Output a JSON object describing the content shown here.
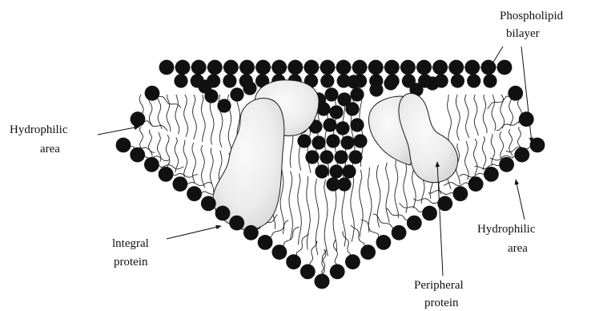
{
  "labels": {
    "phospholipid_line1": "Phospholipid",
    "phospholipid_line2": "bilayer",
    "hydrophilic_left_line1": "Hydrophilic",
    "hydrophilic_left_line2": "area",
    "hydrophilic_right_line1": "Hydrophilic",
    "hydrophilic_right_line2": "area",
    "integral_line1": "lntegral",
    "integral_line2": "protein",
    "peripheral_line1": "Peripheral",
    "peripheral_line2": "protein"
  },
  "colors": {
    "head": "#111111",
    "tail": "#222222",
    "protein_fill": "#ececec",
    "outline": "#1a1a1a"
  }
}
